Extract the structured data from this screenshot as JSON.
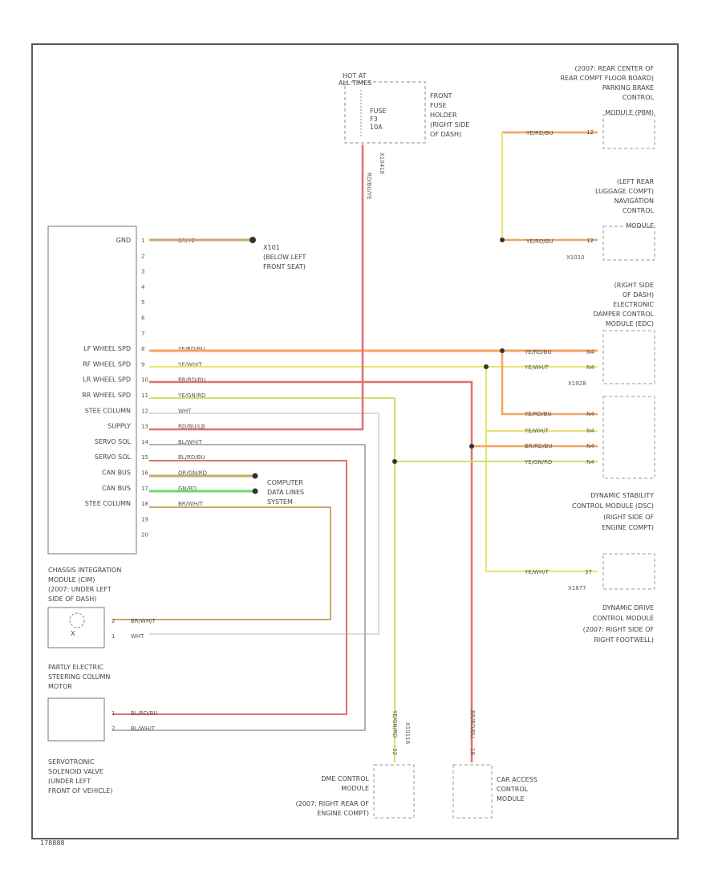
{
  "diagram_id": "178888",
  "fuse": {
    "hot_at": [
      "HOT AT",
      "ALL TIMES"
    ],
    "fuse_label": [
      "FUSE",
      "F3",
      "10A"
    ],
    "holder": [
      "FRONT",
      "FUSE",
      "HOLDER",
      "(RIGHT SIDE",
      "OF DASH)"
    ],
    "wire_color": "RD/BU/YE",
    "splice": "X10416"
  },
  "cim": {
    "pins": [
      {
        "num": "1",
        "label": "GND",
        "color": "BR/YE"
      },
      {
        "num": "2",
        "label": "",
        "color": ""
      },
      {
        "num": "3",
        "label": "",
        "color": ""
      },
      {
        "num": "4",
        "label": "",
        "color": ""
      },
      {
        "num": "5",
        "label": "",
        "color": ""
      },
      {
        "num": "6",
        "label": "",
        "color": ""
      },
      {
        "num": "7",
        "label": "",
        "color": ""
      },
      {
        "num": "8",
        "label": "LF WHEEL SPD",
        "color": "YE/RD/BU"
      },
      {
        "num": "9",
        "label": "RF WHEEL SPD",
        "color": "YE/WH/T"
      },
      {
        "num": "10",
        "label": "LR WHEEL SPD",
        "color": "BR/RD/BU"
      },
      {
        "num": "11",
        "label": "RR WHEEL SPD",
        "color": "YE/GN/RD"
      },
      {
        "num": "12",
        "label": "STEE COLUMN",
        "color": "WHT"
      },
      {
        "num": "13",
        "label": "SUPPLY",
        "color": "RD/BU/LB"
      },
      {
        "num": "14",
        "label": "SERVO SOL",
        "color": "BL/WH/T"
      },
      {
        "num": "15",
        "label": "SERVO SOL",
        "color": "BL/RD/BU"
      },
      {
        "num": "16",
        "label": "CAN BUS",
        "color": "OR/GN/RD"
      },
      {
        "num": "17",
        "label": "CAN BUS",
        "color": "GN/RD"
      },
      {
        "num": "18",
        "label": "STEE COLUMN",
        "color": "BR/WH/T"
      },
      {
        "num": "19",
        "label": "",
        "color": ""
      },
      {
        "num": "20",
        "label": "",
        "color": ""
      }
    ],
    "name": [
      "CHASSIS INTEGRATION",
      "MODULE (CIM)",
      "(2007: UNDER LEFT",
      "SIDE OF DASH)"
    ]
  },
  "ground": {
    "label": [
      "X101",
      "(BELOW LEFT",
      "FRONT SEAT)"
    ]
  },
  "computer_data": [
    "COMPUTER",
    "DATA LINES",
    "SYSTEM"
  ],
  "parking_brake": {
    "name": [
      "(2007: REAR CENTER OF",
      "REAR COMPT FLOOR BOARD)",
      "PARKING BRAKE",
      "CONTROL",
      "MODULE (PBM)"
    ],
    "pin": "12",
    "wire": "YE/RD/BU"
  },
  "navigation": {
    "name": [
      "(LEFT REAR",
      "LUGGAGE COMPT)",
      "NAVIGATION",
      "CONTROL",
      "MODULE"
    ],
    "pin": "12",
    "wire": "YE/RD/BU",
    "connector": "X1010"
  },
  "edc": {
    "name": [
      "(RIGHT SIDE",
      "OF DASH)",
      "ELECTRONIC",
      "DAMPER CONTROL",
      "MODULE (EDC)"
    ],
    "pins": [
      {
        "pin": "N4",
        "wire": "YE/RD/BU"
      },
      {
        "pin": "N4",
        "wire": "YE/WH/T"
      }
    ],
    "connector": "X1928"
  },
  "dsc": {
    "pins": [
      {
        "pin": "N4",
        "wire": "YE/RD/BU"
      },
      {
        "pin": "N4",
        "wire": "YE/WH/T"
      },
      {
        "pin": "N4",
        "wire": "BR/RD/BU"
      },
      {
        "pin": "N4",
        "wire": "YE/GN/RD"
      }
    ],
    "name": [
      "DYNAMIC STABILITY",
      "CONTROL MODULE (DSC)",
      "(RIGHT SIDE OF",
      "ENGINE COMPT)"
    ]
  },
  "ddc": {
    "pin": "37",
    "wire": "YE/WH/T",
    "connector": "X1877",
    "name": [
      "DYNAMIC DRIVE",
      "CONTROL MODULE",
      "(2007: RIGHT SIDE OF",
      "RIGHT FOOTWELL)"
    ]
  },
  "sensor": {
    "pins": [
      {
        "num": "2",
        "wire": "BR/WH/T"
      },
      {
        "num": "1",
        "wire": "WHT"
      }
    ],
    "mark": "X"
  },
  "steering_motor": {
    "name": [
      "PARTLY ELECTRIC",
      "STEERING COLUMN",
      "MOTOR"
    ],
    "pins": [
      {
        "num": "1",
        "wire": "BL/RD/BU"
      },
      {
        "num": "2",
        "wire": "BL/WH/T"
      }
    ]
  },
  "servotronic": [
    "SERVOTRONIC",
    "SOLENOID VALVE",
    "(UNDER LEFT",
    "FRONT OF VEHICLE)"
  ],
  "dme": {
    "wire": "YE/GN/RD",
    "splice": "X10116",
    "pin": "32",
    "name": [
      "DME CONTROL",
      "MODULE",
      "(2007: RIGHT REAR OF",
      "ENGINE COMPT)"
    ]
  },
  "cas": {
    "wire": "BR/RD/BU",
    "pin": "18",
    "name": [
      "CAR ACCESS",
      "CONTROL",
      "MODULE"
    ]
  },
  "colors": {
    "red": "#e36f6f",
    "orange": "#f4a45e",
    "yellow": "#e9e46a",
    "yellow_green": "#c7e46a",
    "green": "#6fd86f",
    "tan": "#c9a96a",
    "gray": "#9a9a9a",
    "light_gray": "#cfcfcf",
    "border": "#5a5a5a"
  }
}
